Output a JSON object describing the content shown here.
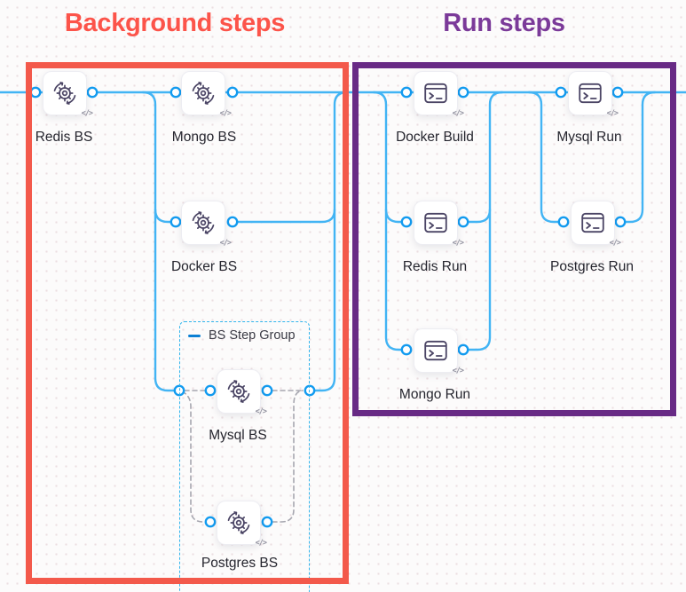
{
  "titles": {
    "background": "Background steps",
    "run": "Run steps"
  },
  "step_group": {
    "label": "BS Step Group"
  },
  "ui": {
    "code_badge": "</>"
  },
  "nodes": [
    {
      "id": "redis-bs",
      "label": "Redis BS",
      "type": "background-step",
      "icon": "background-step-icon"
    },
    {
      "id": "mongo-bs",
      "label": "Mongo BS",
      "type": "background-step",
      "icon": "background-step-icon"
    },
    {
      "id": "docker-bs",
      "label": "Docker BS",
      "type": "background-step",
      "icon": "background-step-icon"
    },
    {
      "id": "mysql-bs",
      "label": "Mysql BS",
      "type": "background-step",
      "icon": "background-step-icon"
    },
    {
      "id": "postgres-bs",
      "label": "Postgres BS",
      "type": "background-step",
      "icon": "background-step-icon"
    },
    {
      "id": "docker-build",
      "label": "Docker Build",
      "type": "run-step",
      "icon": "terminal-icon"
    },
    {
      "id": "mysql-run",
      "label": "Mysql Run",
      "type": "run-step",
      "icon": "terminal-icon"
    },
    {
      "id": "redis-run",
      "label": "Redis Run",
      "type": "run-step",
      "icon": "terminal-icon"
    },
    {
      "id": "postgres-run",
      "label": "Postgres Run",
      "type": "run-step",
      "icon": "terminal-icon"
    },
    {
      "id": "mongo-run",
      "label": "Mongo Run",
      "type": "run-step",
      "icon": "terminal-icon"
    }
  ],
  "colors": {
    "background_box_border": "#f3594b",
    "background_title": "#fc544a",
    "run_box_border": "#682a85",
    "run_title": "#7b3a99",
    "connector_blue": "#42b4f4",
    "port_ring_blue": "#129bf0",
    "group_border_dashed_blue": "#31b4ec",
    "group_collapse_dash_blue": "#0b7fd4",
    "dashed_connector_gray": "#a6a6af",
    "node_icon": "#4b4565",
    "node_label_text": "#25252e"
  }
}
